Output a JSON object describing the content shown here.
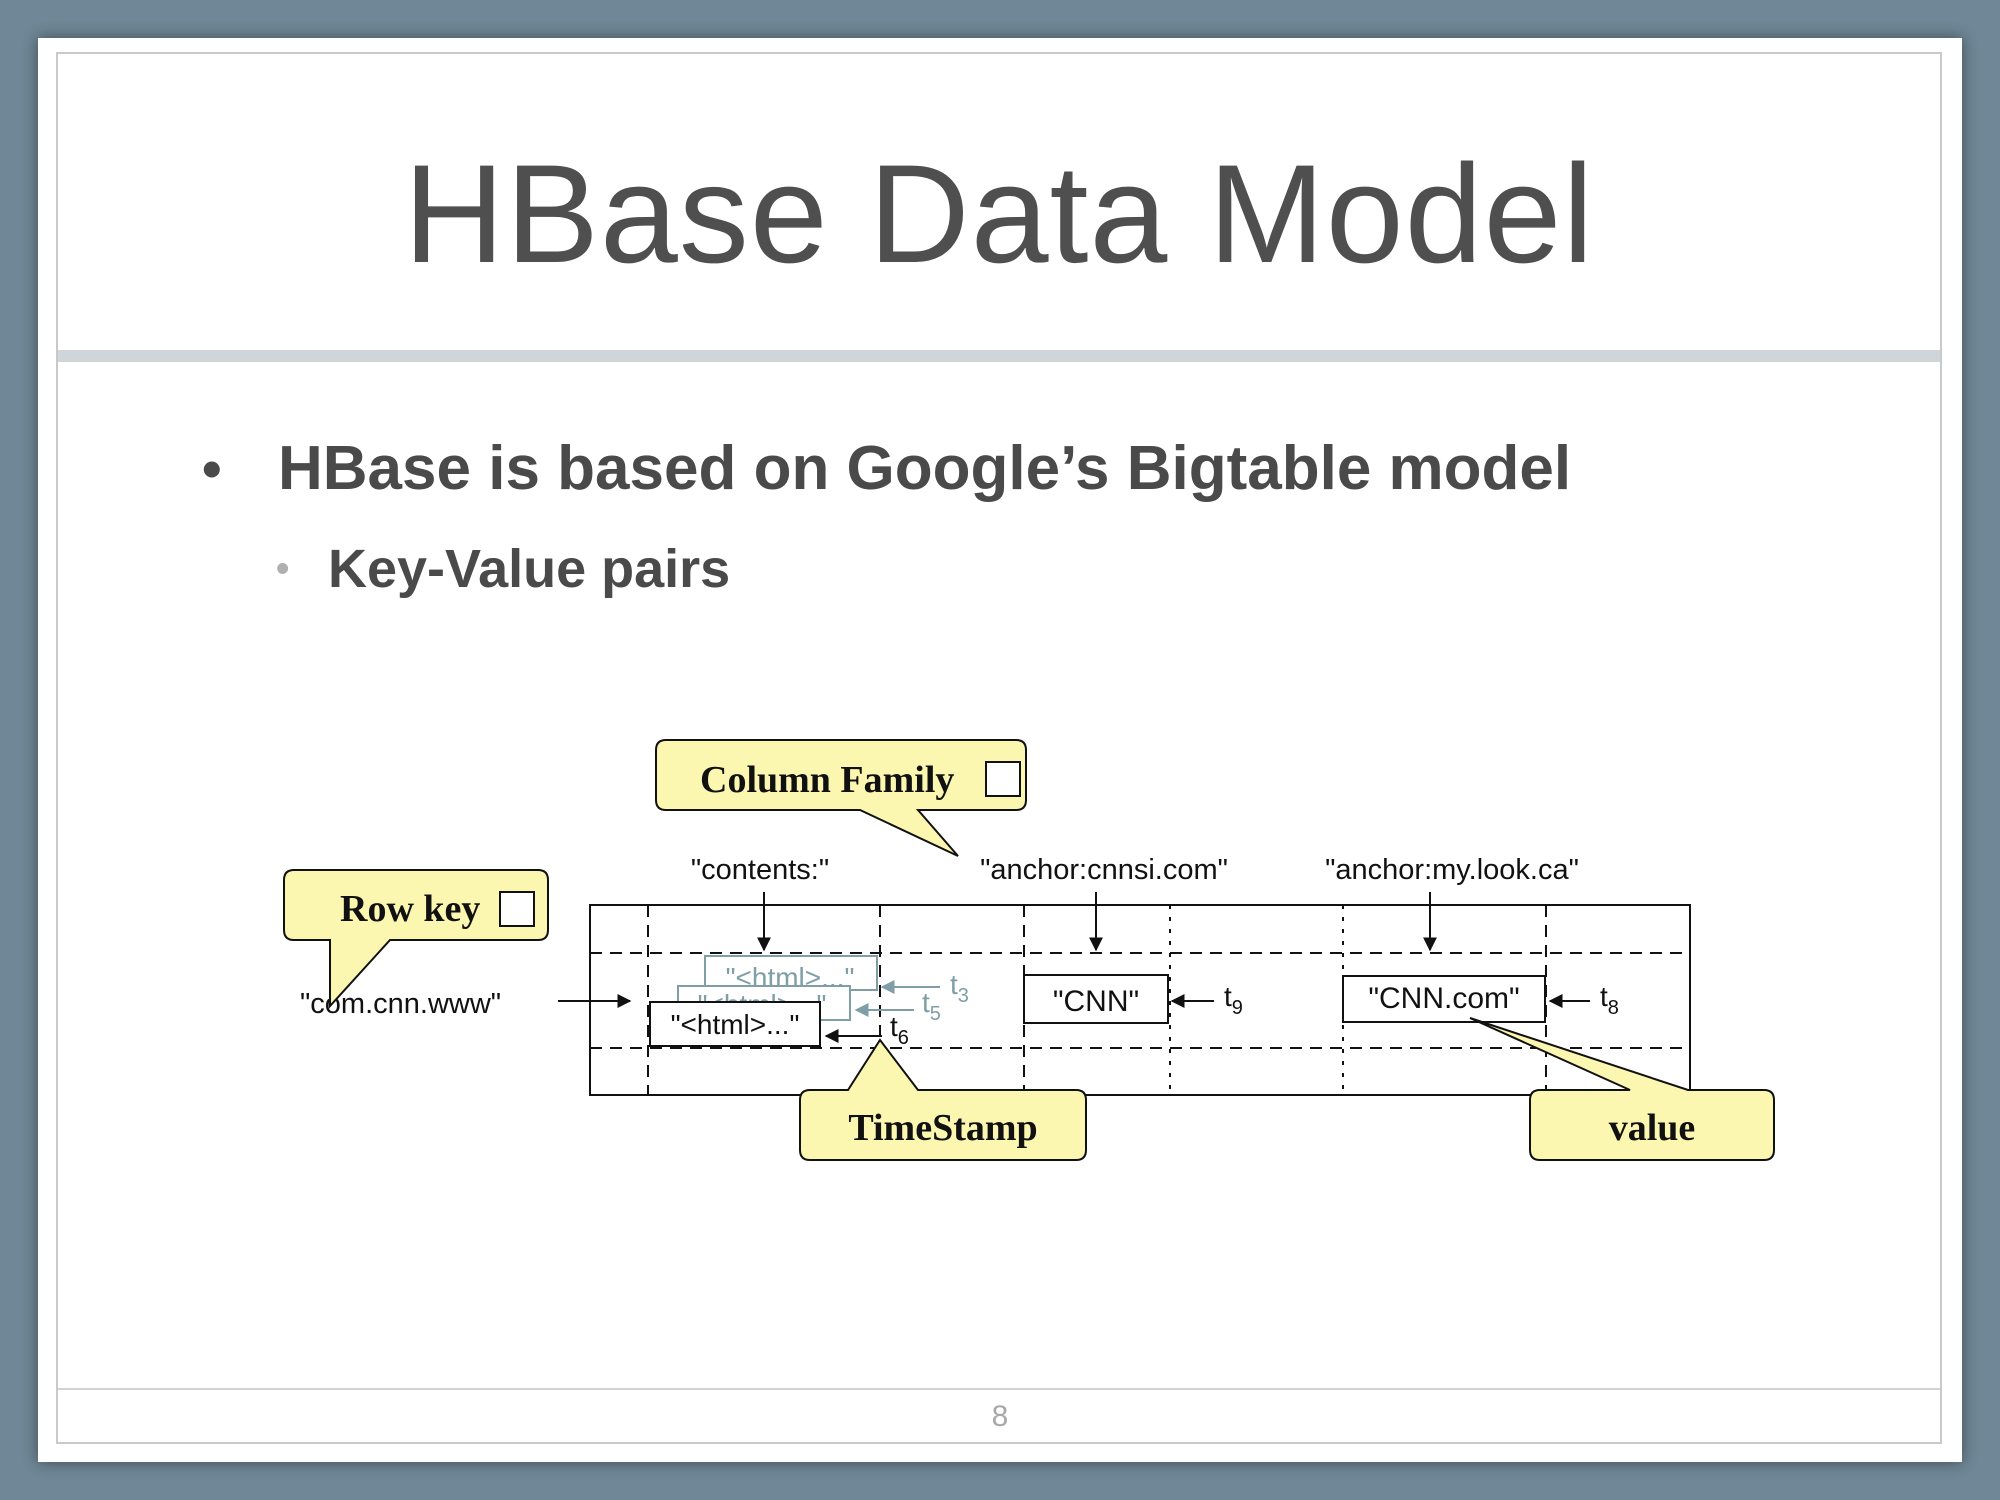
{
  "slide": {
    "title": "HBase Data Model",
    "bullets": [
      {
        "text": "HBase is based on Google’s Bigtable model",
        "level": 1
      },
      {
        "text": "Key-Value pairs",
        "level": 2
      }
    ],
    "page_number": "8"
  },
  "diagram": {
    "callouts": {
      "column_family": "Column Family",
      "row_key": "Row key",
      "timestamp": "TimeStamp",
      "value": "value"
    },
    "row_key_value": "\"com.cnn.www\"",
    "columns": [
      "\"contents:\"",
      "\"anchor:cnnsi.com\"",
      "\"anchor:my.look.ca\""
    ],
    "contents_cells": [
      {
        "text": "\"<html>...\"",
        "timestamp": "t",
        "sub": "3"
      },
      {
        "text": "\"<html>...\"",
        "timestamp": "t",
        "sub": "5"
      },
      {
        "text": "\"<html>...\"",
        "timestamp": "t",
        "sub": "6"
      }
    ],
    "anchor_cnnsi_cell": {
      "text": "\"CNN\"",
      "timestamp": "t",
      "sub": "9"
    },
    "anchor_mylook_cell": {
      "text": "\"CNN.com\"",
      "timestamp": "t",
      "sub": "8"
    },
    "colors": {
      "callout_fill": "#fbf6b0",
      "faded": "#7f9ea6",
      "text": "#4a4a4a"
    }
  }
}
